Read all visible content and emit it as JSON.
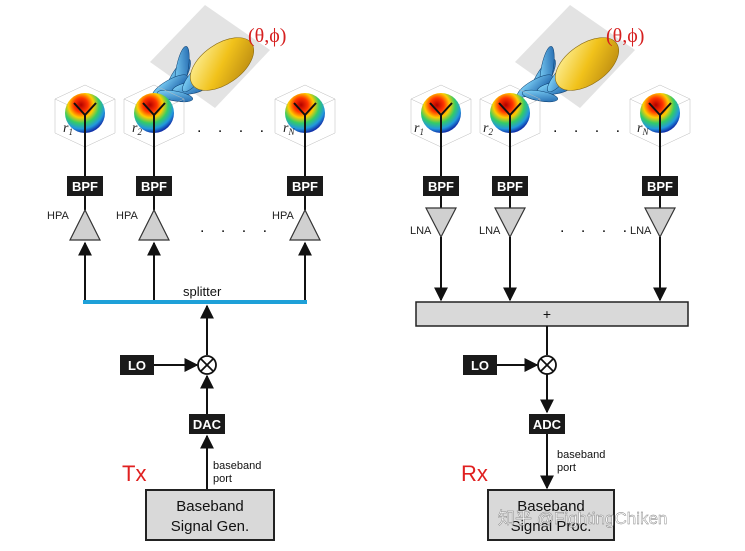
{
  "tx": {
    "angle_label": "(θ,ϕ)",
    "antenna_labels": [
      "r",
      "r",
      "r"
    ],
    "antenna_subscripts": [
      "1",
      "2",
      "N"
    ],
    "ellipsis": ". . . .",
    "bpf_label": "BPF",
    "hpa_label": "HPA",
    "splitter_label": "splitter",
    "lo_label": "LO",
    "dac_label": "DAC",
    "port_label": [
      "baseband",
      "port"
    ],
    "label": "Tx",
    "baseband": [
      "Baseband",
      "Signal Gen."
    ]
  },
  "rx": {
    "angle_label": "(θ,ϕ)",
    "antenna_labels": [
      "r",
      "r",
      "r"
    ],
    "antenna_subscripts": [
      "1",
      "2",
      "N"
    ],
    "ellipsis": ". . . .",
    "bpf_label": "BPF",
    "lna_label": "LNA",
    "combiner_label": "+",
    "lo_label": "LO",
    "adc_label": "ADC",
    "port_label": [
      "baseband",
      "port"
    ],
    "label": "Rx",
    "baseband": [
      "Baseband",
      "Signal Proc."
    ]
  },
  "watermark": "知乎 @FightingChiken",
  "colors": {
    "signal_label": "#e02020",
    "splitter": "#1ea0d8",
    "block_fill": "#1a1a1a",
    "box_fill": "#d9d9d9"
  }
}
